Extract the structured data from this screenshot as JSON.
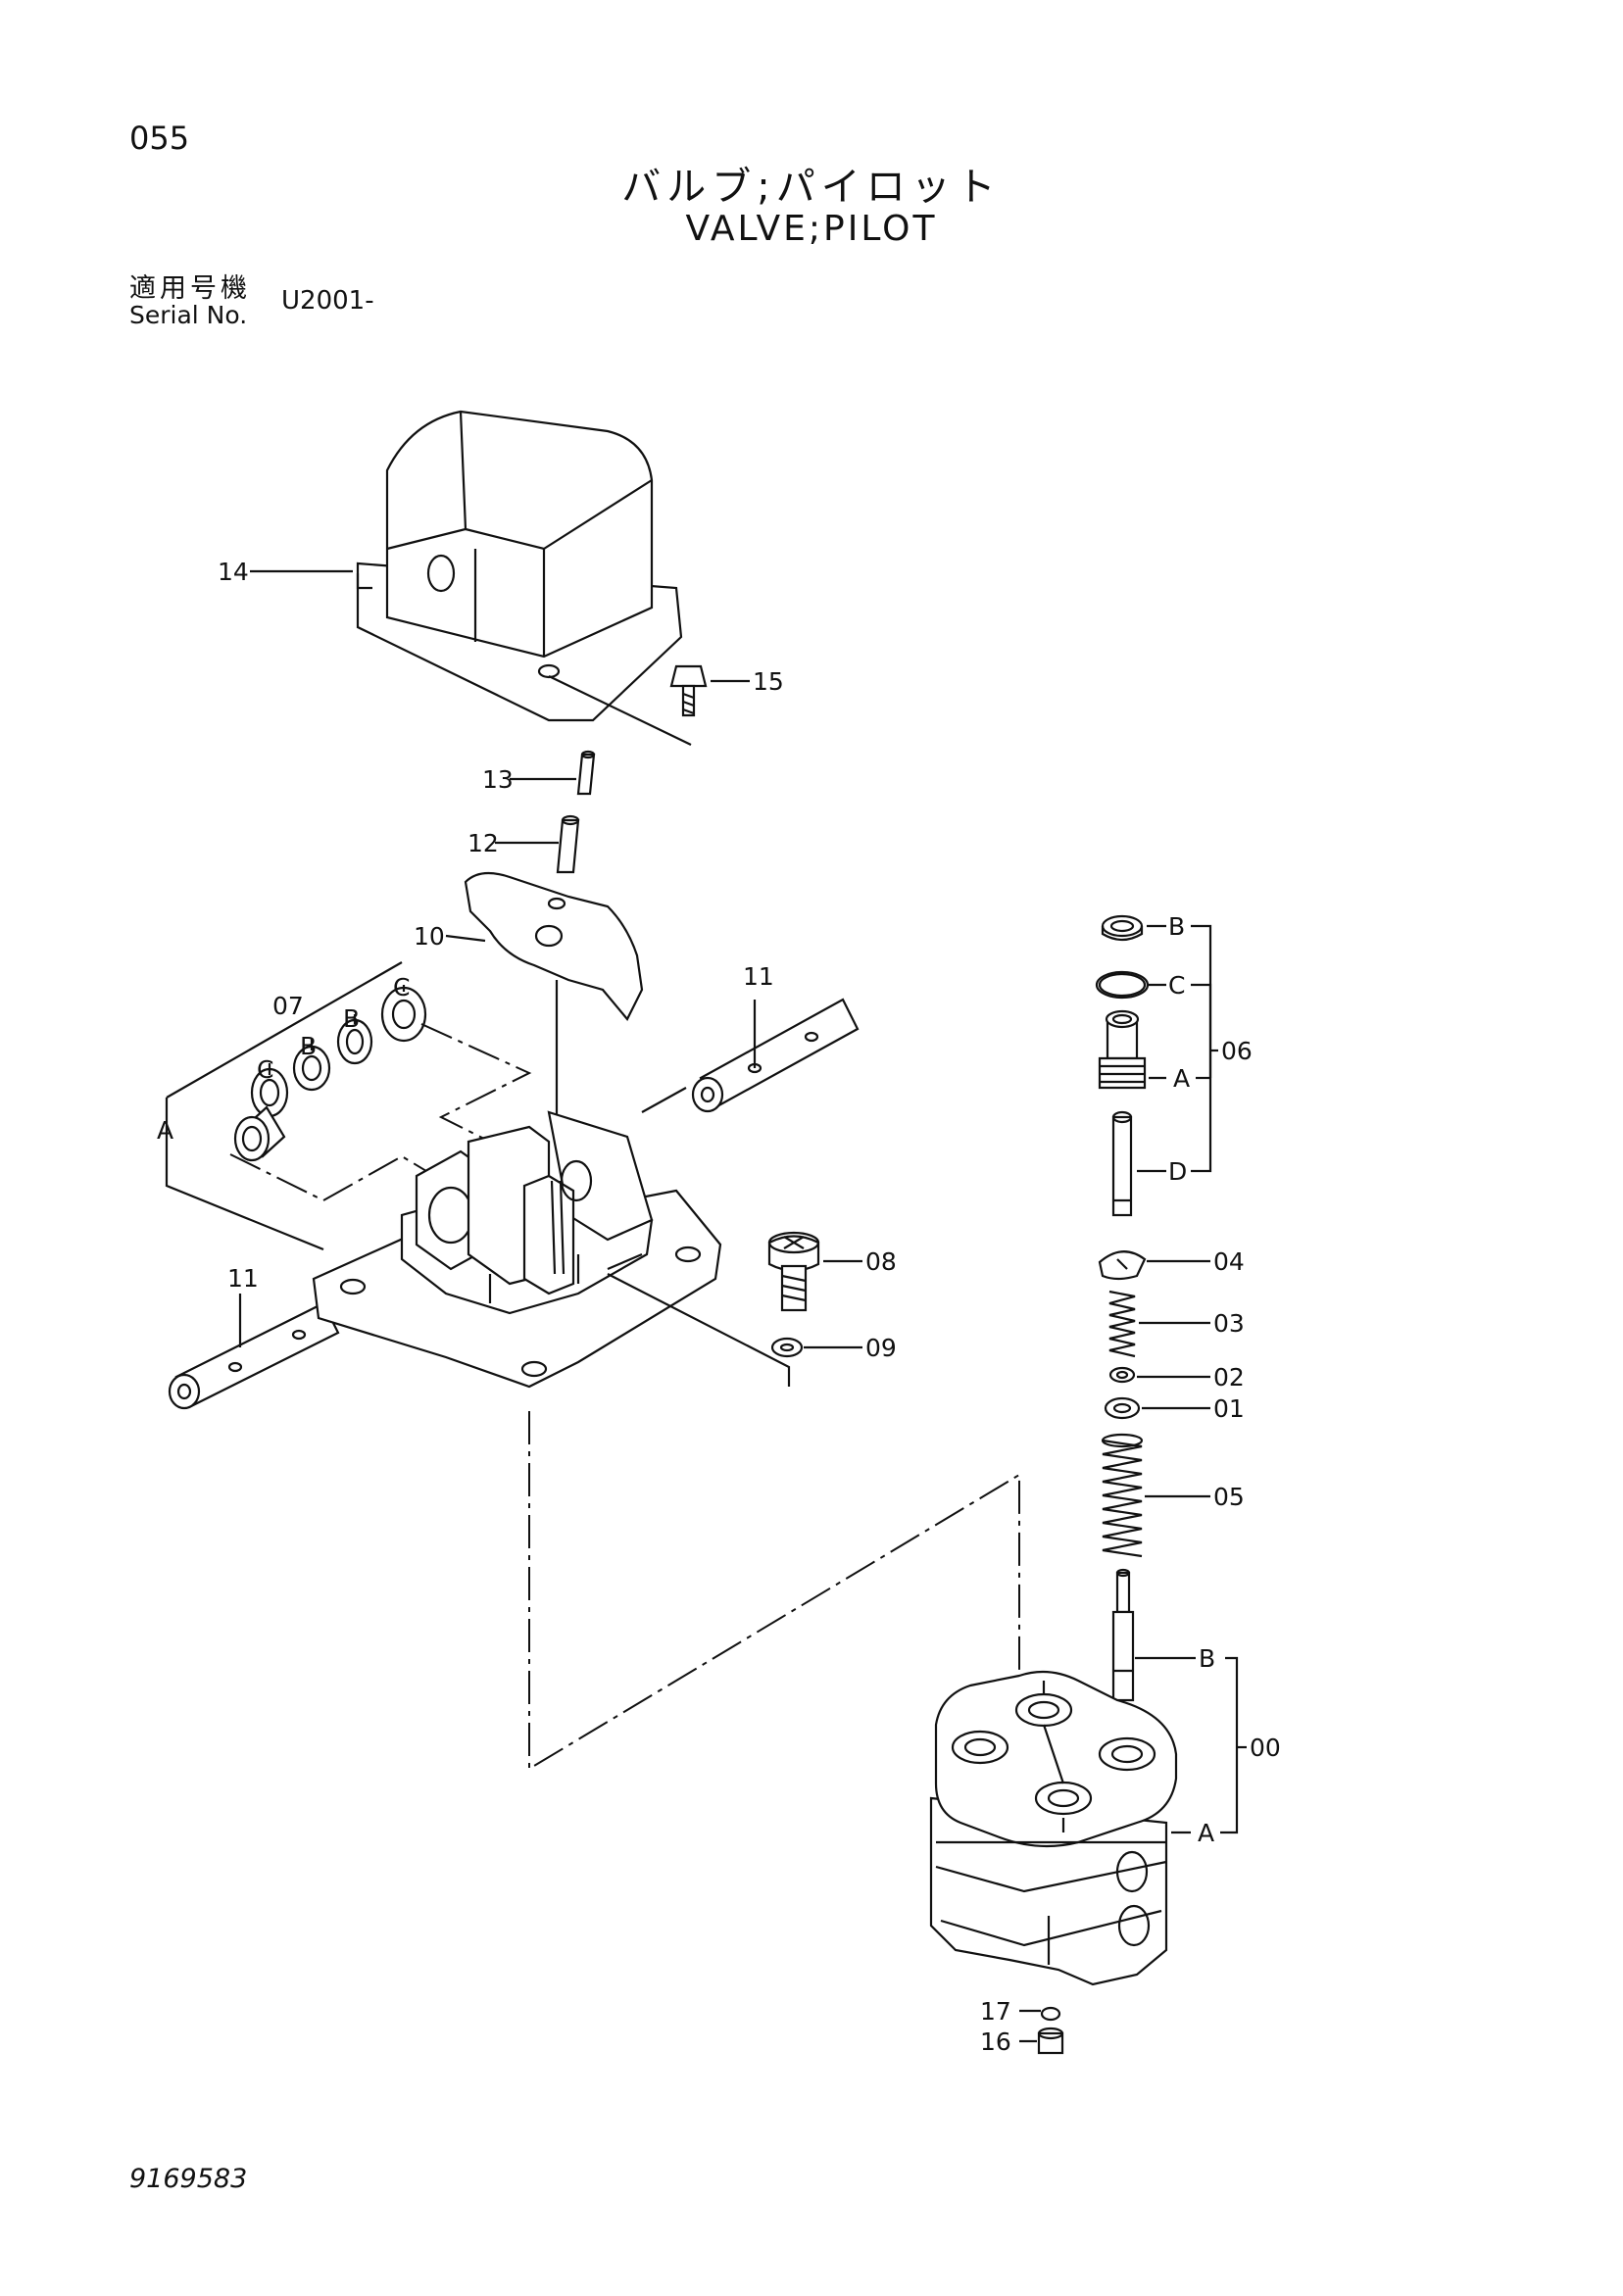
{
  "header": {
    "page_number": "055",
    "title_jp": "バルブ;パイロット",
    "title_en": "VALVE;PILOT",
    "serial_label_jp": "適用号機",
    "serial_label_en": "Serial No.",
    "serial_value": "U2001-"
  },
  "footer": {
    "document_number": "9169583"
  },
  "callouts": {
    "p00": "00",
    "p01": "01",
    "p02": "02",
    "p03": "03",
    "p04": "04",
    "p05": "05",
    "p06": "06",
    "p07": "07",
    "p08": "08",
    "p09": "09",
    "p10": "10",
    "p11a": "11",
    "p11b": "11",
    "p12": "12",
    "p13": "13",
    "p14": "14",
    "p15": "15",
    "p16": "16",
    "p17": "17"
  },
  "sub_labels": {
    "k06_b": "B",
    "k06_c": "C",
    "k06_a": "A",
    "k06_d": "D",
    "k07_c1": "C",
    "k07_b1": "B",
    "k07_b2": "B",
    "k07_c2": "C",
    "k07_a": "A",
    "k00_b": "B",
    "k00_a": "A"
  }
}
